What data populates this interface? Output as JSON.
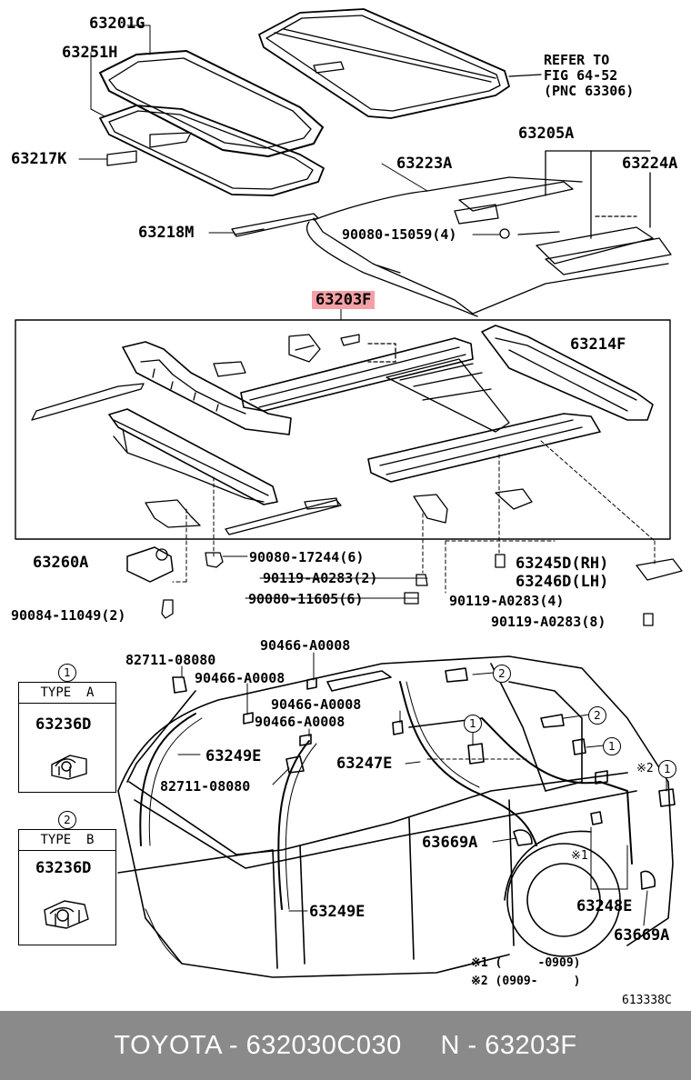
{
  "labels": {
    "p63201G": "63201G",
    "p63251H": "63251H",
    "refer_line1": "REFER TO",
    "refer_line2": "FIG 64-52",
    "refer_line3": "(PNC 63306)",
    "p63217K": "63217K",
    "p63205A": "63205A",
    "p63223A": "63223A",
    "p63224A": "63224A",
    "p63218M": "63218M",
    "p90080_15059": "90080-15059(4)",
    "p63203F": "63203F",
    "p63214F": "63214F",
    "p63260A": "63260A",
    "p90080_17244": "90080-17244(6)",
    "p90119_A0283_2": "90119-A0283(2)",
    "p63245D": "63245D(RH)",
    "p63246D": "63246D(LH)",
    "p90084_11049": "90084-11049(2)",
    "p90080_11605": "90080-11605(6)",
    "p90119_A0283_4": "90119-A0283(4)",
    "p90119_A0283_8": "90119-A0283(8)",
    "p82711_a": "82711-08080",
    "p90466_a": "90466-A0008",
    "p90466_b": "90466-A0008",
    "p90466_c": "90466-A0008",
    "p90466_d": "90466-A0008",
    "p63249E_a": "63249E",
    "p82711_b": "82711-08080",
    "p63247E": "63247E",
    "p63669A_a": "63669A",
    "p63249E_b": "63249E",
    "p63248E": "63248E",
    "p63669A_b": "63669A",
    "note1": "※1 (     -0909)",
    "note2": "※2 (0909-     )",
    "fig_code": "613338C"
  },
  "markers": {
    "x1": "※1",
    "x2": "※2",
    "c1": "1",
    "c2": "2"
  },
  "type_boxes": [
    {
      "num": "1",
      "title": "TYPE  A",
      "part": "63236D"
    },
    {
      "num": "2",
      "title": "TYPE  B",
      "part": "63236D"
    }
  ],
  "footer": {
    "brand": "TOYOTA",
    "sep1": " - ",
    "part_number": "632030C030",
    "gap": "     ",
    "n_label": "N",
    "sep2": " - ",
    "ref": "63203F"
  },
  "colors": {
    "highlight": "#f4a0a6",
    "footer_bg": "#8a8a8a",
    "footer_text": "#ffffff",
    "line": "#000000"
  }
}
